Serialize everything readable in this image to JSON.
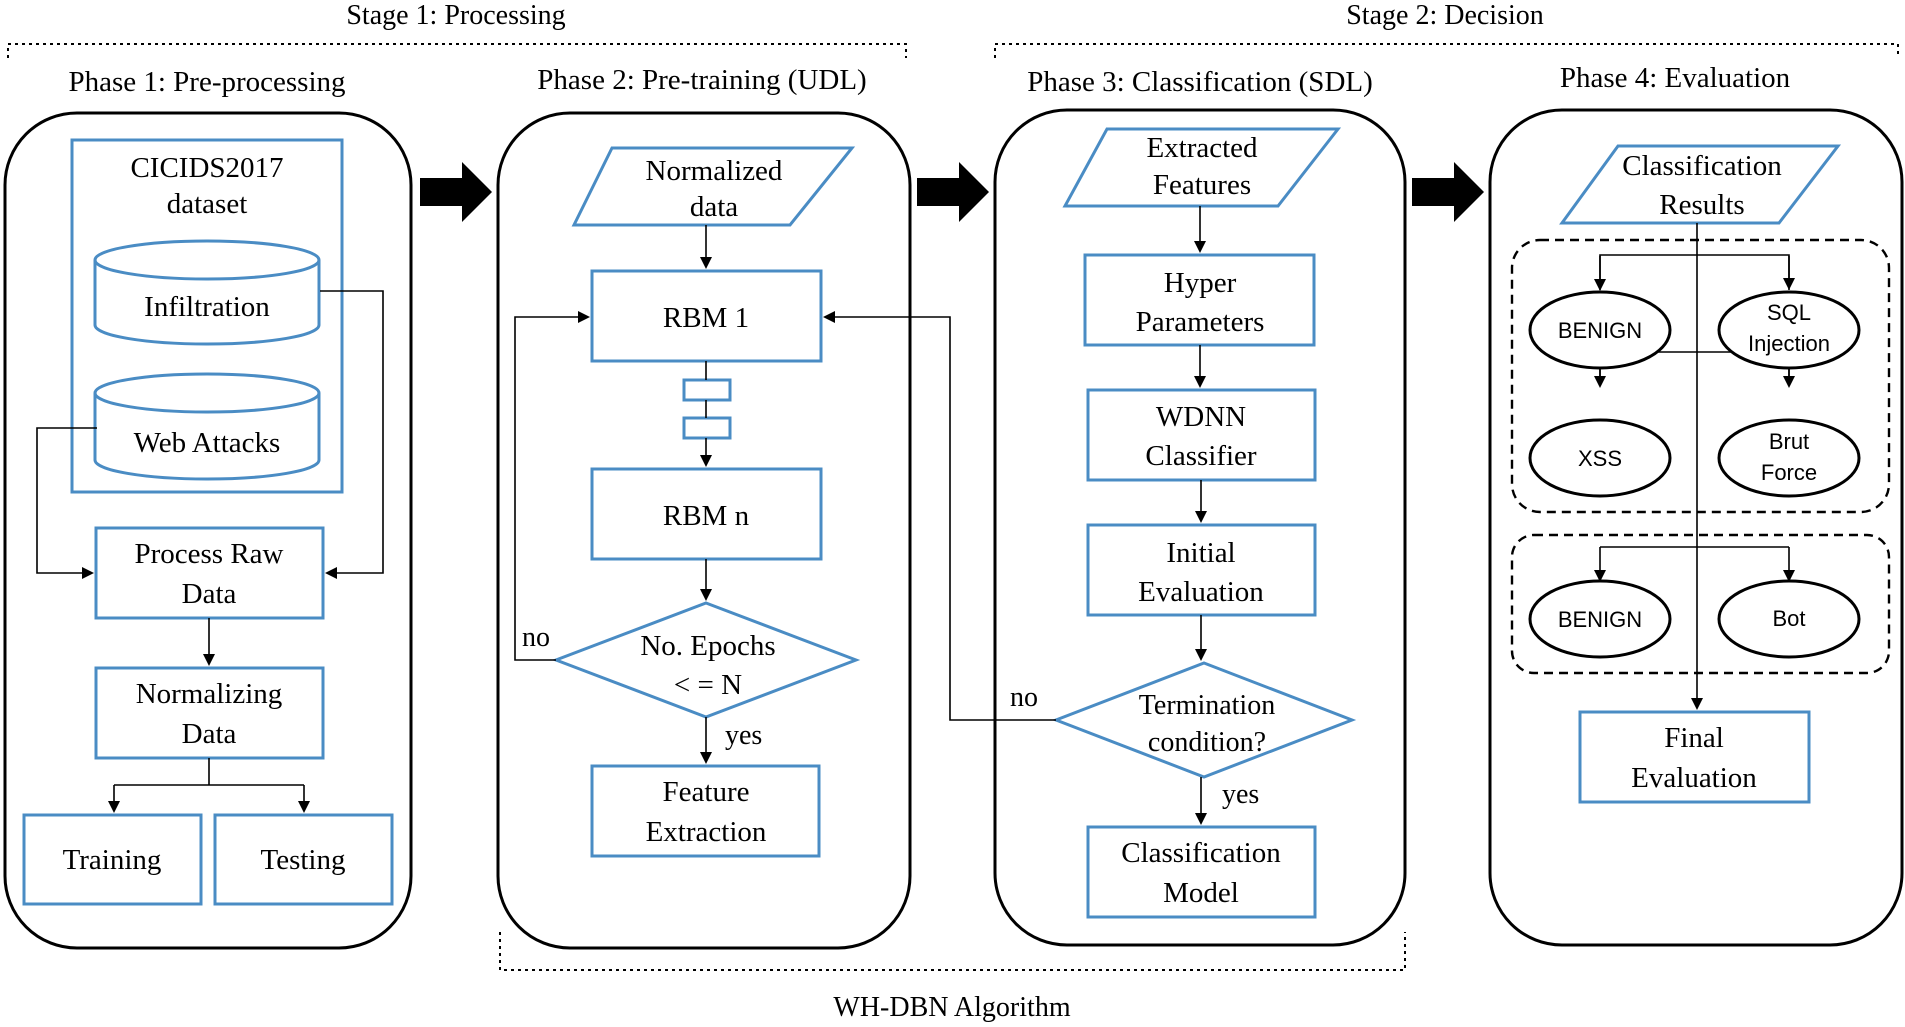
{
  "stages": {
    "stage1": "Stage 1: Processing",
    "stage2": "Stage 2: Decision"
  },
  "footer": "WH-DBN Algorithm",
  "phase1": {
    "title": "Phase 1: Pre-processing",
    "dataset_line1": "CICIDS2017",
    "dataset_line2": "dataset",
    "db1": "Infiltration",
    "db2": "Web Attacks",
    "process_line1": "Process Raw",
    "process_line2": "Data",
    "normalize_line1": "Normalizing",
    "normalize_line2": "Data",
    "training": "Training",
    "testing": "Testing"
  },
  "phase2": {
    "title": "Phase 2: Pre-training (UDL)",
    "input_line1": "Normalized",
    "input_line2": "data",
    "rbm1": "RBM 1",
    "rbmn": "RBM n",
    "decision_line1": "No. Epochs",
    "decision_line2": "< = N",
    "no": "no",
    "yes": "yes",
    "feature_line1": "Feature",
    "feature_line2": "Extraction"
  },
  "phase3": {
    "title": "Phase 3: Classification (SDL)",
    "input_line1": "Extracted",
    "input_line2": "Features",
    "hyper_line1": "Hyper",
    "hyper_line2": "Parameters",
    "wdnn_line1": "WDNN",
    "wdnn_line2": "Classifier",
    "initial_line1": "Initial",
    "initial_line2": "Evaluation",
    "term_line1": "Termination",
    "term_line2": "condition?",
    "no": "no",
    "yes": "yes",
    "model_line1": "Classification",
    "model_line2": "Model"
  },
  "phase4": {
    "title": "Phase 4: Evaluation",
    "input_line1": "Classification",
    "input_line2": "Results",
    "group1": {
      "benign": "BENIGN",
      "sql_line1": "SQL",
      "sql_line2": "Injection",
      "xss": "XSS",
      "brut_line1": "Brut",
      "brut_line2": "Force"
    },
    "group2": {
      "benign": "BENIGN",
      "bot": "Bot"
    },
    "final_line1": "Final",
    "final_line2": "Evaluation"
  },
  "colors": {
    "box_border": "#4a8cc4",
    "line": "#000000"
  }
}
